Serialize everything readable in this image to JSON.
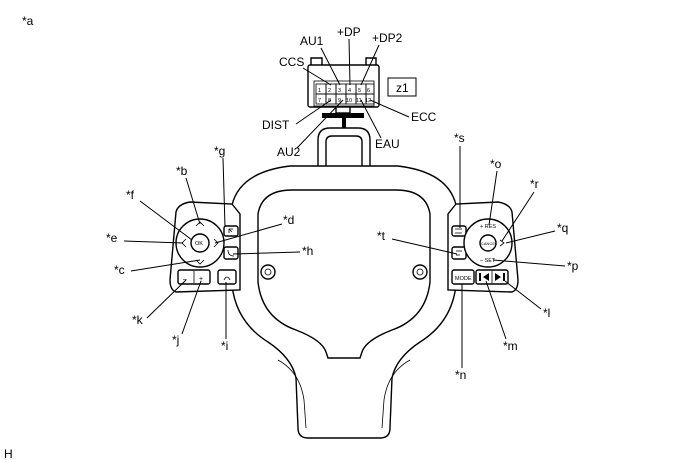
{
  "figure_label": "*a",
  "footer_code": "H",
  "connector": {
    "label": "z1",
    "pins": [
      "1",
      "2",
      "3",
      "4",
      "5",
      "6",
      "7",
      "8",
      "9",
      "10",
      "11",
      "12"
    ],
    "terminals": {
      "ccs": "CCS",
      "au1": "AU1",
      "dp": "+DP",
      "dp2": "+DP2",
      "dist": "DIST",
      "au2": "AU2",
      "eau": "EAU",
      "ecc": "ECC"
    }
  },
  "callouts": {
    "b": "*b",
    "c": "*c",
    "d": "*d",
    "e": "*e",
    "f": "*f",
    "g": "*g",
    "h": "*h",
    "i": "*i",
    "j": "*j",
    "k": "*k",
    "l": "*l",
    "m": "*m",
    "n": "*n",
    "o": "*o",
    "p": "*p",
    "q": "*q",
    "r": "*r",
    "s": "*s",
    "t": "*t"
  },
  "button_marks": {
    "ok": "OK",
    "mode": "MODE",
    "res": "+ RES",
    "set": "– SET",
    "cancel": "CANCEL",
    "minus": "–",
    "plus": "+"
  }
}
